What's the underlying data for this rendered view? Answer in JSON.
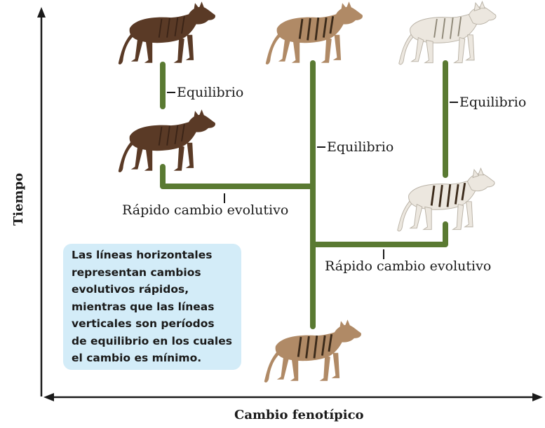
{
  "axes": {
    "y_title": "Tiempo",
    "x_title": "Cambio fenotípico"
  },
  "labels": {
    "equilibrium_left": "Equilibrio",
    "equilibrium_center": "Equilibrio",
    "equilibrium_right": "Equilibrio",
    "rapid_change_upper": "Rápido cambio evolutivo",
    "rapid_change_lower": "Rápido cambio evolutivo"
  },
  "note": {
    "text": "Las líneas horizontales\nrepresentan cambios\nevolutivos rápidos,\nmientras que las líneas\nverticales son períodos\nde equilibrio en los cuales\nel cambio es mínimo."
  },
  "colors": {
    "branch": "#5a7a32",
    "note_background": "#d3ecf8",
    "coat_dark": "#5a3a26",
    "coat_tan": "#b08a66",
    "coat_pale": "#ece7df"
  }
}
